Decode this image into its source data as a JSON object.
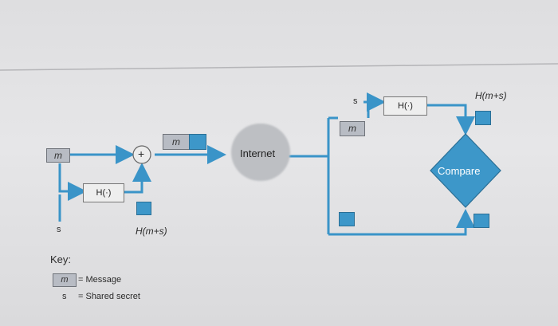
{
  "sender": {
    "message_symbol": "m",
    "secret_symbol": "s",
    "hash_label": "H(·)",
    "combine_symbol": "+",
    "hash_output_label": "H(m+s)"
  },
  "channel": {
    "label": "Internet",
    "packet_message_symbol": "m"
  },
  "receiver": {
    "secret_symbol": "s",
    "hash_label": "H(·)",
    "message_symbol": "m",
    "hash_output_label": "H(m+s)",
    "compare_label": "Compare"
  },
  "key": {
    "title": "Key:",
    "message_symbol": "m",
    "message_desc": "= Message",
    "secret_symbol": "s",
    "secret_desc": "= Shared secret"
  },
  "colors": {
    "arrow": "#3a94c8",
    "hash_square": "#3d97c9",
    "compare_diamond": "#3d97c9",
    "cloud": "#bdbfc3",
    "message_box": "#b8bcc4"
  }
}
